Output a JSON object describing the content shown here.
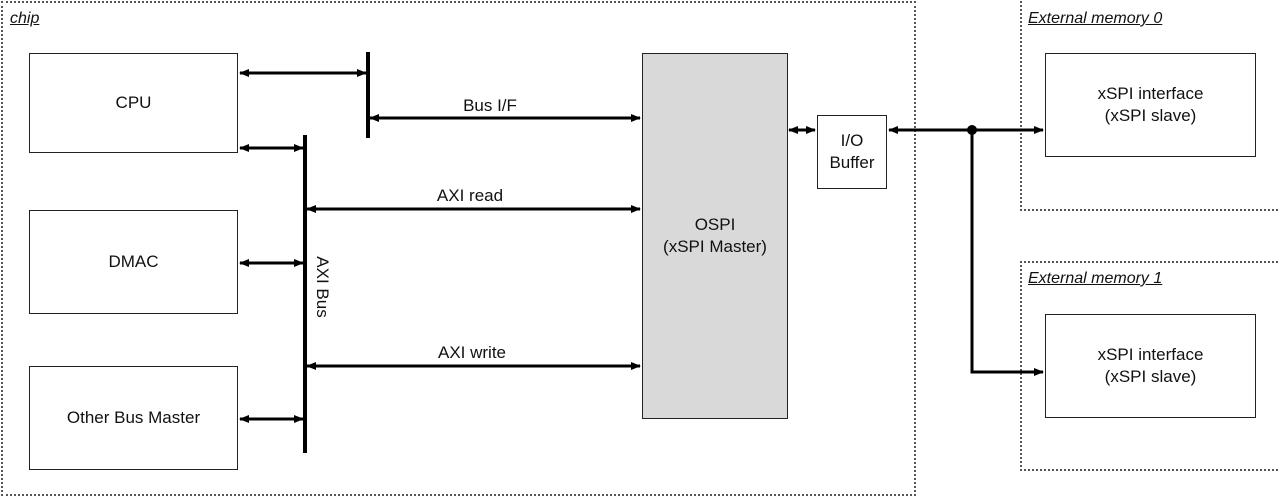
{
  "regions": {
    "chip": "chip",
    "ext0": "External memory 0",
    "ext1": "External memory 1"
  },
  "blocks": {
    "cpu": "CPU",
    "dmac": "DMAC",
    "other_master": "Other Bus Master",
    "ospi": "OSPI\n(xSPI Master)",
    "io_buffer": "I/O\nBuffer",
    "mem0": "xSPI interface\n(xSPI slave)",
    "mem1": "xSPI interface\n(xSPI slave)"
  },
  "connections": {
    "bus_if": "Bus I/F",
    "axi_read": "AXI read",
    "axi_write": "AXI write",
    "axi_bus": "AXI Bus"
  },
  "colors": {
    "ospi_fill": "#d9d9d9",
    "line": "#000000"
  }
}
